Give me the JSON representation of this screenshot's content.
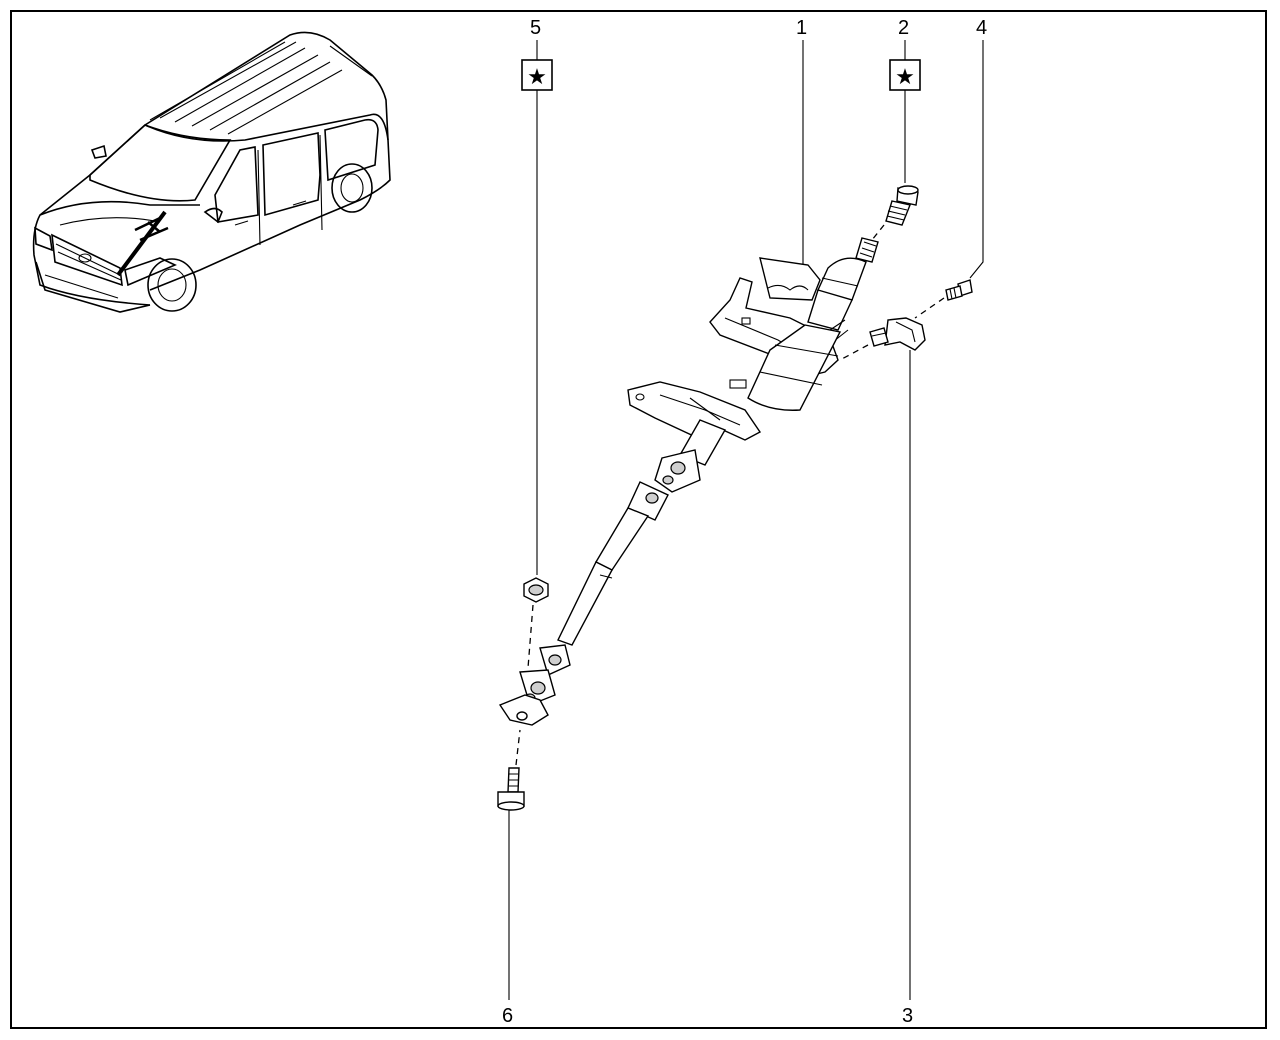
{
  "callouts": {
    "c1": "1",
    "c2": "2",
    "c3": "3",
    "c4": "4",
    "c5": "5",
    "c6": "6"
  },
  "symbols": {
    "star": "★"
  },
  "icons": {
    "vehicle": "vehicle-locator-icon",
    "star": "star-marker-icon"
  },
  "colors": {
    "line": "#000000",
    "background": "#ffffff"
  }
}
